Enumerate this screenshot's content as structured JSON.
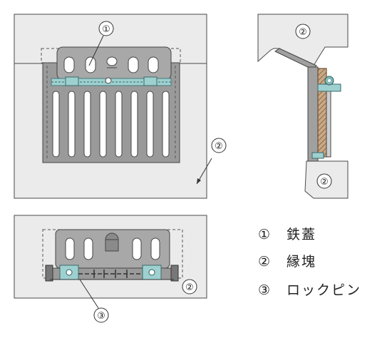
{
  "callouts": {
    "top_view_cover": "①",
    "top_view_frame": "②",
    "section_top": "②",
    "section_bottom": "②",
    "front_view_frame": "②",
    "front_view_pin": "③"
  },
  "legend": [
    {
      "num": "①",
      "term": "鉄蓋"
    },
    {
      "num": "②",
      "term": "縁塊"
    },
    {
      "num": "③",
      "term": "ロックピン"
    }
  ],
  "colors": {
    "background_panel": "#ebebeb",
    "cover_gray": "#a0a0a0",
    "cover_dark": "#6f6f6f",
    "lock_pin_teal": "#9ed0d0",
    "outline": "#4a4a4a",
    "hatch_brown": "#8a6a4a"
  }
}
